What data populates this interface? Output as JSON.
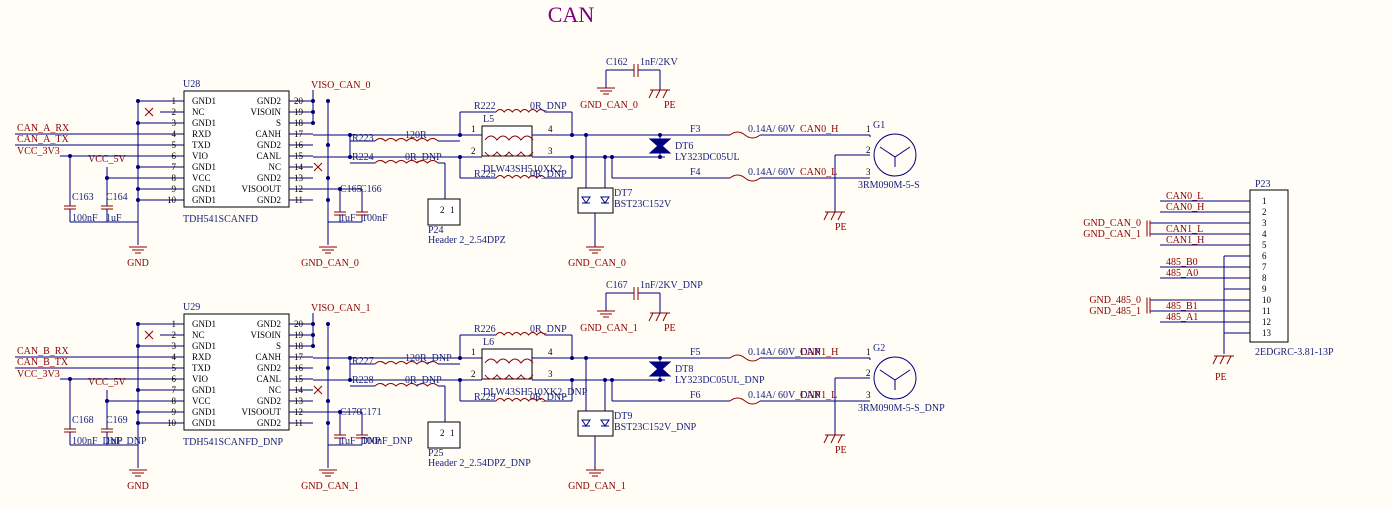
{
  "title": "CAN",
  "colors": {
    "background": "#fffdf5",
    "wire": "#000080",
    "component": "#8b0000",
    "title": "#800080",
    "net_label": "#8b0000"
  },
  "channels": [
    {
      "u_ref": "U28",
      "u_value": "TDH541SCANFD",
      "p_ref": "P24",
      "p_value": "Header 2_2.54DPZ",
      "l_ref": "L5",
      "l_value": "DLW43SH510XK2",
      "dt1_ref": "DT6",
      "dt1_value": "LY323DC05UL",
      "dt2_ref": "DT7",
      "dt2_value": "BST23C152V",
      "g_ref": "G1",
      "g_value": "3RM090M-5-S",
      "f_high": "F3",
      "f_low": "F4",
      "fuse_value_h": "0.14A/ 60V",
      "fuse_value_l": "0.14A/ 60V",
      "net_h": "CAN0_H",
      "net_l": "CAN0_L",
      "net_rx": "CAN_A_RX",
      "net_tx": "CAN_A_TX",
      "viso": "VISO_CAN_0",
      "gnd": "GND_CAN_0",
      "gnd_cap": "GND_CAN_0",
      "cap_top_ref": "C162",
      "cap_top_value": "1nF/2KV",
      "r_top_ref": "R222",
      "r_top_value": "0R_DNP",
      "r_mid1_ref": "R223",
      "r_mid1_value": "120R",
      "r_mid2_ref": "R224",
      "r_mid2_value": "0R_DNP",
      "r_bot_ref": "R225",
      "r_bot_value": "0R_DNP",
      "c_left1_ref": "C163",
      "c_left1_value": "100nF",
      "c_left2_ref": "C164",
      "c_left2_value": "1uF",
      "c_right1_ref": "C165",
      "c_right1_value": "1uF",
      "c_right2_ref": "C166",
      "c_right2_value": "100nF"
    },
    {
      "u_ref": "U29",
      "u_value": "TDH541SCANFD_DNP",
      "p_ref": "P25",
      "p_value": "Header 2_2.54DPZ_DNP",
      "l_ref": "L6",
      "l_value": "DLW43SH510XK2_DNP",
      "dt1_ref": "DT8",
      "dt1_value": "LY323DC05UL_DNP",
      "dt2_ref": "DT9",
      "dt2_value": "BST23C152V_DNP",
      "g_ref": "G2",
      "g_value": "3RM090M-5-S_DNP",
      "f_high": "F5",
      "f_low": "F6",
      "fuse_value_h": "0.14A/ 60V_DNP",
      "fuse_value_l": "0.14A/ 60V_DNP",
      "net_h": "CAN1_H",
      "net_l": "CAN1_L",
      "net_rx": "CAN_B_RX",
      "net_tx": "CAN_B_TX",
      "viso": "VISO_CAN_1",
      "gnd": "GND_CAN_1",
      "gnd_cap": "GND_CAN_1",
      "cap_top_ref": "C167",
      "cap_top_value": "1nF/2KV_DNP",
      "r_top_ref": "R226",
      "r_top_value": "0R_DNP",
      "r_mid1_ref": "R227",
      "r_mid1_value": "120R_DNP",
      "r_mid2_ref": "R228",
      "r_mid2_value": "0R_DNP",
      "r_bot_ref": "R229",
      "r_bot_value": "0R_DNP",
      "c_left1_ref": "C168",
      "c_left1_value": "100nF_DNP",
      "c_left2_ref": "C169",
      "c_left2_value": "1uF_DNP",
      "c_right1_ref": "C170",
      "c_right1_value": "1uF_DNP",
      "c_right2_ref": "C171",
      "c_right2_value": "100nF_DNP"
    }
  ],
  "ic_left_pins": [
    {
      "num": "1",
      "name": "GND1"
    },
    {
      "num": "2",
      "name": "NC"
    },
    {
      "num": "3",
      "name": "GND1"
    },
    {
      "num": "4",
      "name": "RXD"
    },
    {
      "num": "5",
      "name": "TXD"
    },
    {
      "num": "6",
      "name": "VIO"
    },
    {
      "num": "7",
      "name": "GND1"
    },
    {
      "num": "8",
      "name": "VCC"
    },
    {
      "num": "9",
      "name": "GND1"
    },
    {
      "num": "10",
      "name": "GND1"
    }
  ],
  "ic_right_pins": [
    {
      "num": "20",
      "name": "GND2"
    },
    {
      "num": "19",
      "name": "VISOIN"
    },
    {
      "num": "18",
      "name": "S"
    },
    {
      "num": "17",
      "name": "CANH"
    },
    {
      "num": "16",
      "name": "GND2"
    },
    {
      "num": "15",
      "name": "CANL"
    },
    {
      "num": "14",
      "name": "NC"
    },
    {
      "num": "13",
      "name": "GND2"
    },
    {
      "num": "12",
      "name": "VISOOUT"
    },
    {
      "num": "11",
      "name": "GND2"
    }
  ],
  "power": {
    "vcc_3v3": "VCC_3V3",
    "vcc_5v": "VCC_5V",
    "gnd": "GND",
    "pe": "PE"
  },
  "pin_numbers": {
    "p1": "1",
    "p2": "2",
    "p3": "3",
    "p4": "4"
  },
  "p23": {
    "ref": "P23",
    "value": "2EDGRC-3.81-13P",
    "pins": [
      "1",
      "2",
      "3",
      "4",
      "5",
      "6",
      "7",
      "8",
      "9",
      "10",
      "11",
      "12",
      "13"
    ],
    "nets": [
      {
        "pin": 1,
        "label": "CAN0_L"
      },
      {
        "pin": 2,
        "label": "CAN0_H"
      },
      {
        "pin": 4,
        "label": "CAN1_L"
      },
      {
        "pin": 5,
        "label": "CAN1_H"
      },
      {
        "pin": 7,
        "label": "485_B0"
      },
      {
        "pin": 8,
        "label": "485_A0"
      },
      {
        "pin": 11,
        "label": "485_B1"
      },
      {
        "pin": 12,
        "label": "485_A1"
      }
    ],
    "caps": [
      {
        "pins": [
          3,
          4
        ],
        "labels": [
          "GND_CAN_0",
          "GND_CAN_1"
        ]
      },
      {
        "pins": [
          10,
          11
        ],
        "labels": [
          "GND_485_0",
          "GND_485_1"
        ]
      }
    ],
    "pe": "PE"
  }
}
